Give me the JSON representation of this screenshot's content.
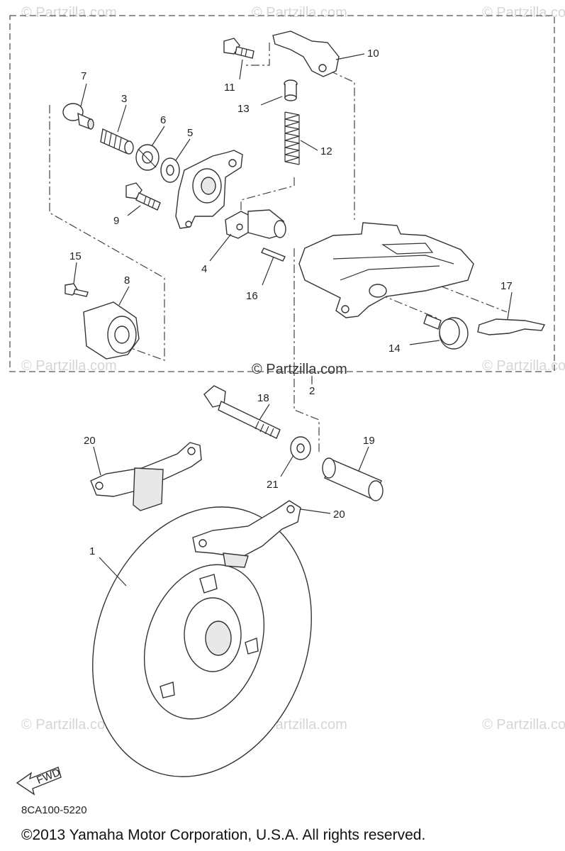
{
  "watermark": "© Partzilla.com",
  "watermark_center": "© Partzilla.com",
  "callouts": {
    "c1": "1",
    "c2": "2",
    "c3": "3",
    "c4": "4",
    "c5": "5",
    "c6": "6",
    "c7": "7",
    "c8": "8",
    "c9": "9",
    "c10": "10",
    "c11": "11",
    "c12": "12",
    "c13": "13",
    "c14": "14",
    "c15": "15",
    "c16": "16",
    "c17": "17",
    "c18": "18",
    "c19": "19",
    "c20a": "20",
    "c20b": "20",
    "c21": "21"
  },
  "fwd_label": "FWD",
  "diagram_ref": "8CA100-5220",
  "copyright": "©2013  Yamaha Motor Corporation, U.S.A. All rights reserved."
}
